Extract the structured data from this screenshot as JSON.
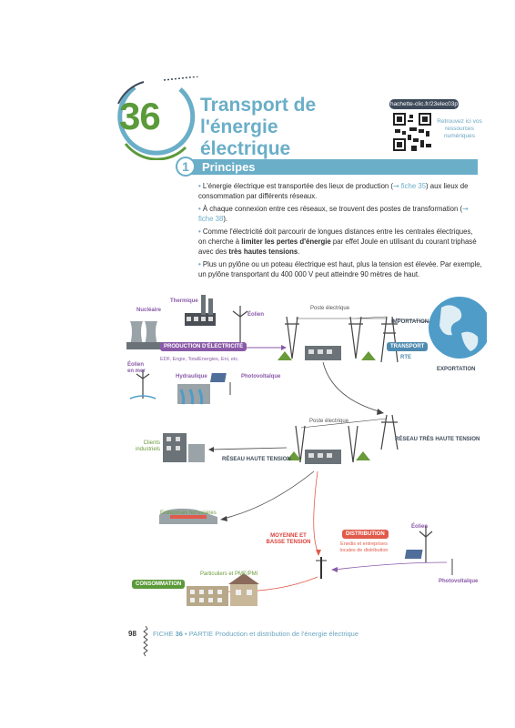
{
  "header": {
    "fiche_number": "36",
    "title_line1": "Transport de l'énergie",
    "title_line2": "électrique",
    "url": "hachette-clic.fr/23elec03p",
    "resources_text": "Retrouvez ici vos ressources numériques"
  },
  "section": {
    "number": "1",
    "title": "Principes"
  },
  "paragraphs": {
    "p1": "L'énergie électrique est transportée des lieux de production (",
    "p1_ref": "fiche 35",
    "p1_end": ") aux lieux de consommation par différents réseaux.",
    "p2": "À chaque connexion entre ces réseaux, se trouvent des postes de transformation (",
    "p2_ref": "fiche 38",
    "p2_end": ").",
    "p3_a": "Comme l'électricité doit parcourir de longues distances entre les centrales électriques, on cherche à ",
    "p3_b": "limiter les pertes d'énergie",
    "p3_c": " par effet Joule en utilisant du courant triphasé avec des ",
    "p3_d": "très hautes tensions",
    "p3_e": ".",
    "p4": "Plus un pylône ou un poteau électrique est haut, plus la tension est élevée. Par exemple, un pylône transportant du 400 000 V peut atteindre 90 mètres de haut."
  },
  "diagram": {
    "nucleaire": "Nucléaire",
    "thermique": "Thermique",
    "eolien": "Éolien",
    "poste_electrique": "Poste électrique",
    "importation": "IMPORTATION",
    "production": "PRODUCTION D'ÉLECTRICITÉ",
    "producers": "EDF, Engie, TotalEnergies, Eni, etc.",
    "eolien_en_mer": "Éolien en mer",
    "hydraulique": "Hydraulique",
    "photovoltaique": "Photovoltaïque",
    "transport": "TRANSPORT",
    "rte": "RTE",
    "exportation": "EXPORTATION",
    "poste_electrique_2": "Poste électrique",
    "clients_industriels": "Clients industriels",
    "reseau_tres_haute": "RÉSEAU TRÈS HAUTE TENSION",
    "reseau_haute": "RÉSEAU HAUTE TENSION",
    "entreprises_ferroviaires": "Entreprises ferroviaires",
    "moyenne_basse": "MOYENNE ET BASSE TENSION",
    "distribution": "DISTRIBUTION",
    "distrib_detail": "Enedis et entreprises locales de distribution",
    "eolien_2": "Éolien",
    "photovoltaique_2": "Photovoltaïque",
    "particuliers": "Particuliers et PME/PMI",
    "consommation": "CONSOMMATION"
  },
  "footer": {
    "page_number": "98",
    "fiche_label": "FICHE",
    "fiche_number": "36",
    "text": "• PARTIE Production et distribution de l'énergie électrique"
  },
  "colors": {
    "title_blue": "#6aaec8",
    "green": "#5b9a3a",
    "purple": "#8a5aa8",
    "red": "#e15a4a",
    "dark": "#3d4a5a"
  }
}
